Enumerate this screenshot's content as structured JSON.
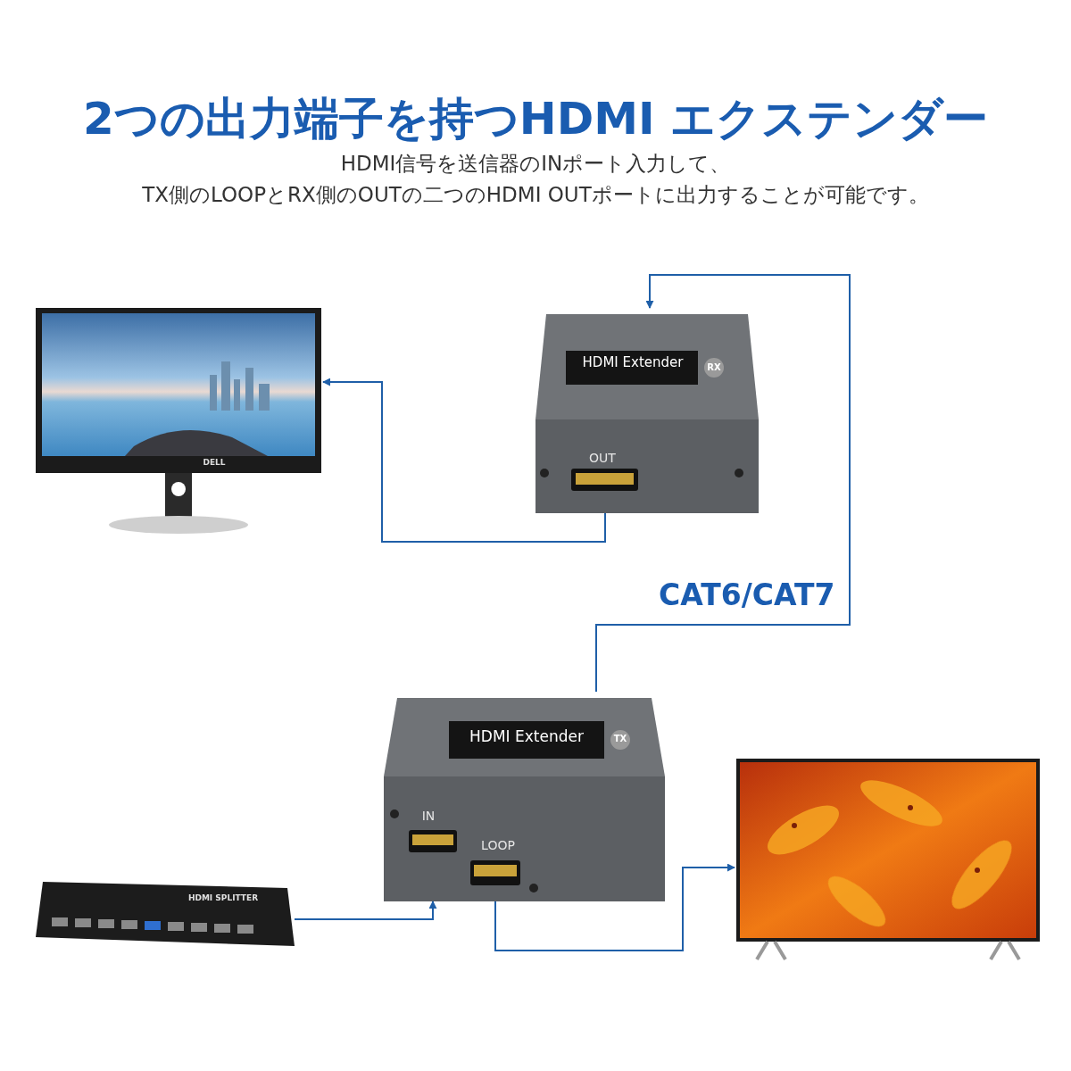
{
  "diagram": {
    "title": "2つの出力端子を持つHDMI エクステンダー",
    "nodes": [
      {
        "text": [
          "DELL"
        ]
      },
      {
        "text": [
          "HDMI Extender",
          "RX",
          "OUT"
        ]
      },
      {
        "text": [
          "HDMI SPLITTER"
        ]
      },
      {
        "text": [
          "HDMI Extender",
          "TX",
          "IN",
          "LOOP"
        ]
      },
      {
        "text": []
      }
    ],
    "edges": [
      {
        "from": 3,
        "to": 1,
        "label": "CAT6/CAT7",
        "arrow": "to"
      },
      {
        "from": 1,
        "to": 0,
        "arrow": "to"
      },
      {
        "from": 2,
        "to": 3,
        "arrow": "to"
      },
      {
        "from": 3,
        "to": 4,
        "arrow": "to"
      }
    ],
    "labels": [
      "HDMI信号を送信器のINポート入力して、",
      "TX側のLOOPとRX側のOUTの二つのHDMI OUTポートに出力することが可能です。"
    ]
  }
}
